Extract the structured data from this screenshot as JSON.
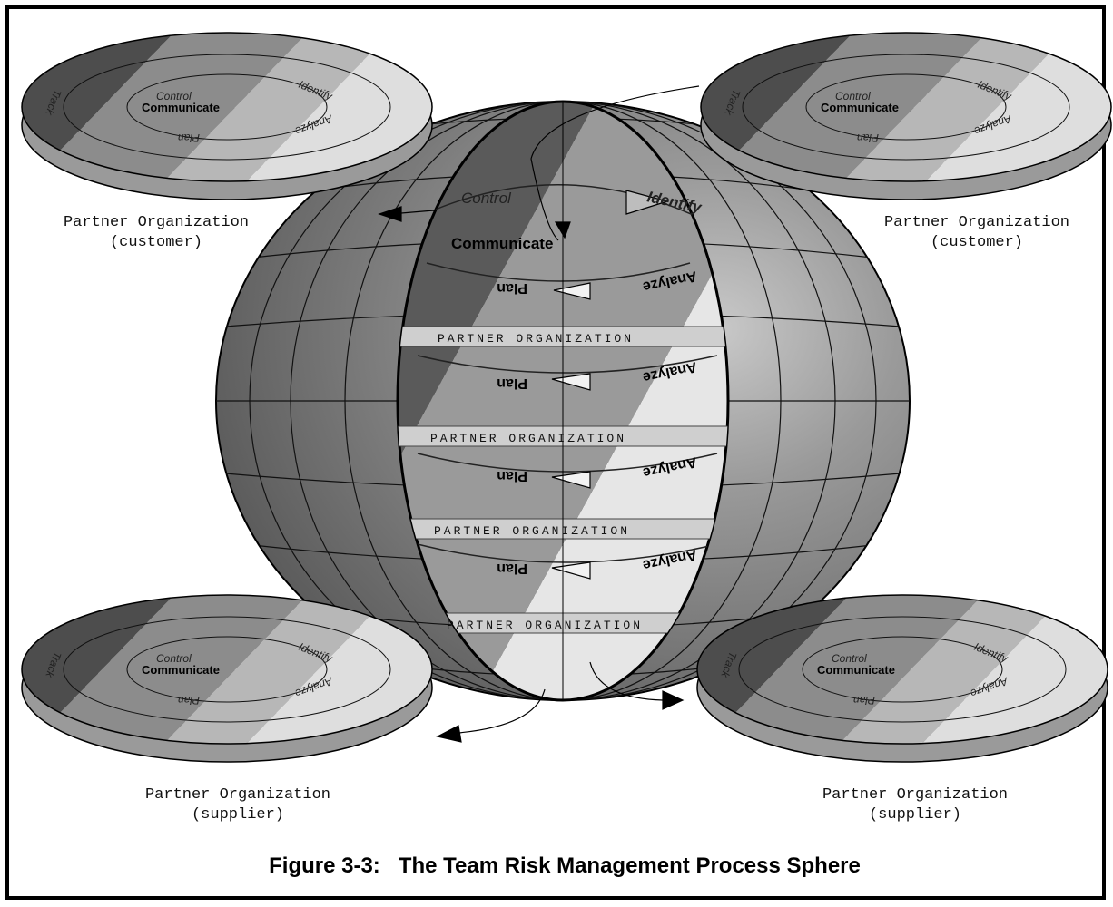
{
  "caption": "Figure 3-3:   The Team Risk Management Process Sphere",
  "disk_labels": {
    "control": "Control",
    "identify": "Identify",
    "analyze": "Analyze",
    "plan": "Plan",
    "track": "Track",
    "communicate": "Communicate"
  },
  "sphere_labels": {
    "control": "Control",
    "identify": "Identify",
    "communicate": "Communicate",
    "plan": "Plan",
    "analyze": "Analyze",
    "band_text": "PARTNER ORGANIZATION"
  },
  "partners": [
    {
      "name": "Partner Organization",
      "role": "(customer)"
    },
    {
      "name": "Partner Organization",
      "role": "(customer)"
    },
    {
      "name": "Partner Organization",
      "role": "(supplier)"
    },
    {
      "name": "Partner Organization",
      "role": "(supplier)"
    }
  ],
  "colors": {
    "dark": "#4d4d4d",
    "mid": "#8c8c8c",
    "light": "#bdbdbd",
    "pale": "#e3e3e3",
    "line": "#000000"
  }
}
